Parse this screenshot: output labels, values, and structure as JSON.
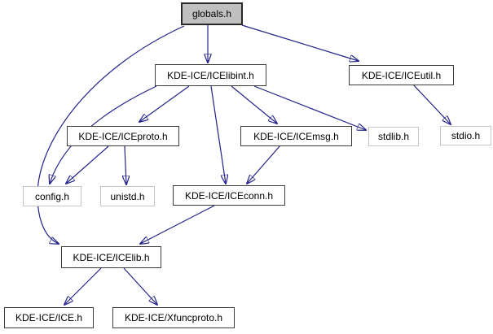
{
  "colors": {
    "edge": "#22228a",
    "node_border": "#3c3c3c",
    "system_node_border": "#c6c6c6",
    "root_node_fill": "#c0c0c0",
    "node_fill": "#ffffff",
    "text": "#000000",
    "background": "#ffffff"
  },
  "nodes": {
    "globals": {
      "label": "globals.h"
    },
    "icelibint": {
      "label": "KDE-ICE/ICElibint.h"
    },
    "iceutil": {
      "label": "KDE-ICE/ICEutil.h"
    },
    "iceproto": {
      "label": "KDE-ICE/ICEproto.h"
    },
    "icemsg": {
      "label": "KDE-ICE/ICEmsg.h"
    },
    "stdlib": {
      "label": "stdlib.h"
    },
    "stdio": {
      "label": "stdio.h"
    },
    "config": {
      "label": "config.h"
    },
    "unistd": {
      "label": "unistd.h"
    },
    "iceconn": {
      "label": "KDE-ICE/ICEconn.h"
    },
    "icelib": {
      "label": "KDE-ICE/ICElib.h"
    },
    "ice": {
      "label": "KDE-ICE/ICE.h"
    },
    "xfuncproto": {
      "label": "KDE-ICE/Xfuncproto.h"
    }
  },
  "graph": {
    "edges": [
      {
        "from": "globals.h",
        "to": "KDE-ICE/ICElibint.h"
      },
      {
        "from": "globals.h",
        "to": "KDE-ICE/ICEutil.h"
      },
      {
        "from": "globals.h",
        "to": "KDE-ICE/ICElib.h"
      },
      {
        "from": "KDE-ICE/ICElibint.h",
        "to": "KDE-ICE/ICEproto.h"
      },
      {
        "from": "KDE-ICE/ICElibint.h",
        "to": "config.h"
      },
      {
        "from": "KDE-ICE/ICElibint.h",
        "to": "KDE-ICE/ICEconn.h"
      },
      {
        "from": "KDE-ICE/ICElibint.h",
        "to": "KDE-ICE/ICEmsg.h"
      },
      {
        "from": "KDE-ICE/ICElibint.h",
        "to": "stdlib.h"
      },
      {
        "from": "KDE-ICE/ICEutil.h",
        "to": "stdio.h"
      },
      {
        "from": "KDE-ICE/ICEproto.h",
        "to": "config.h"
      },
      {
        "from": "KDE-ICE/ICEproto.h",
        "to": "unistd.h"
      },
      {
        "from": "KDE-ICE/ICEmsg.h",
        "to": "KDE-ICE/ICEconn.h"
      },
      {
        "from": "KDE-ICE/ICEconn.h",
        "to": "KDE-ICE/ICElib.h"
      },
      {
        "from": "KDE-ICE/ICElib.h",
        "to": "KDE-ICE/ICE.h"
      },
      {
        "from": "KDE-ICE/ICElib.h",
        "to": "KDE-ICE/Xfuncproto.h"
      }
    ]
  }
}
